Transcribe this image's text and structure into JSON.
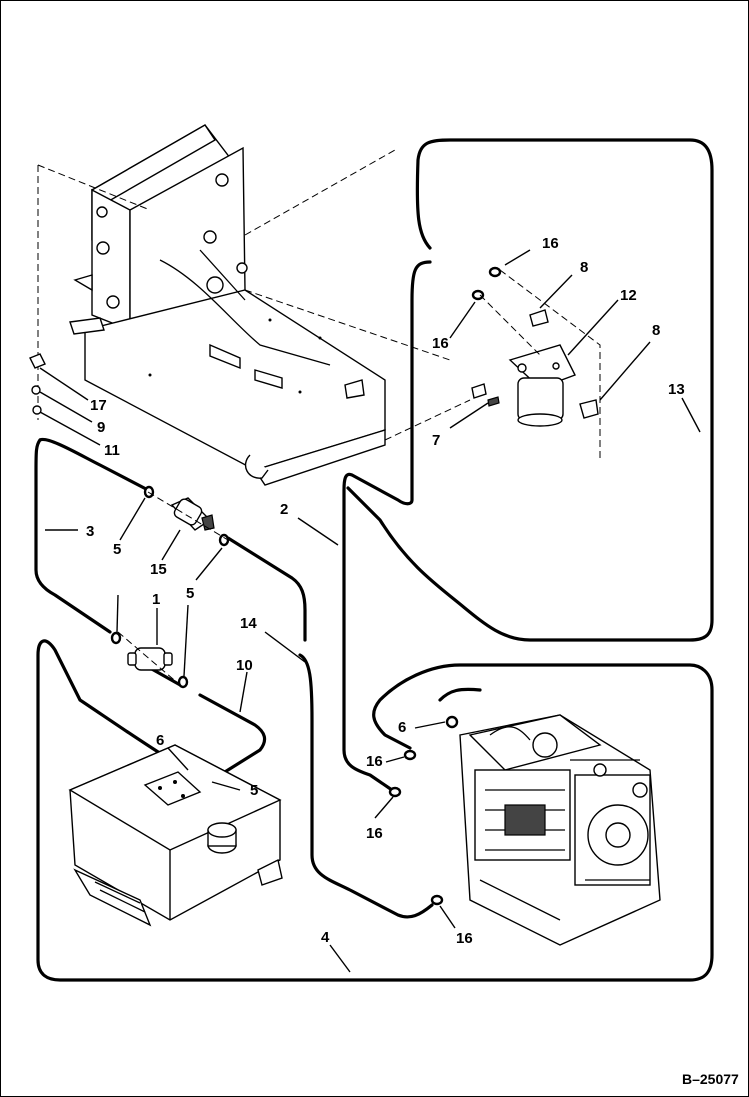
{
  "diagram": {
    "reference_code": "B–25077",
    "callouts": [
      {
        "id": "c-16-top",
        "label": "16"
      },
      {
        "id": "c-8-top",
        "label": "8"
      },
      {
        "id": "c-12",
        "label": "12"
      },
      {
        "id": "c-16-left",
        "label": "16"
      },
      {
        "id": "c-8-right",
        "label": "8"
      },
      {
        "id": "c-13",
        "label": "13"
      },
      {
        "id": "c-7",
        "label": "7"
      },
      {
        "id": "c-17",
        "label": "17"
      },
      {
        "id": "c-9",
        "label": "9"
      },
      {
        "id": "c-11",
        "label": "11"
      },
      {
        "id": "c-3",
        "label": "3"
      },
      {
        "id": "c-2",
        "label": "2"
      },
      {
        "id": "c-5-a",
        "label": "5"
      },
      {
        "id": "c-15",
        "label": "15"
      },
      {
        "id": "c-5-b",
        "label": "5"
      },
      {
        "id": "c-1",
        "label": "1"
      },
      {
        "id": "c-14",
        "label": "14"
      },
      {
        "id": "c-10",
        "label": "10"
      },
      {
        "id": "c-6-left",
        "label": "6"
      },
      {
        "id": "c-5-c",
        "label": "5"
      },
      {
        "id": "c-6-right",
        "label": "6"
      },
      {
        "id": "c-16-mid",
        "label": "16"
      },
      {
        "id": "c-16-low",
        "label": "16"
      },
      {
        "id": "c-16-bottom",
        "label": "16"
      },
      {
        "id": "c-4",
        "label": "4"
      }
    ]
  }
}
